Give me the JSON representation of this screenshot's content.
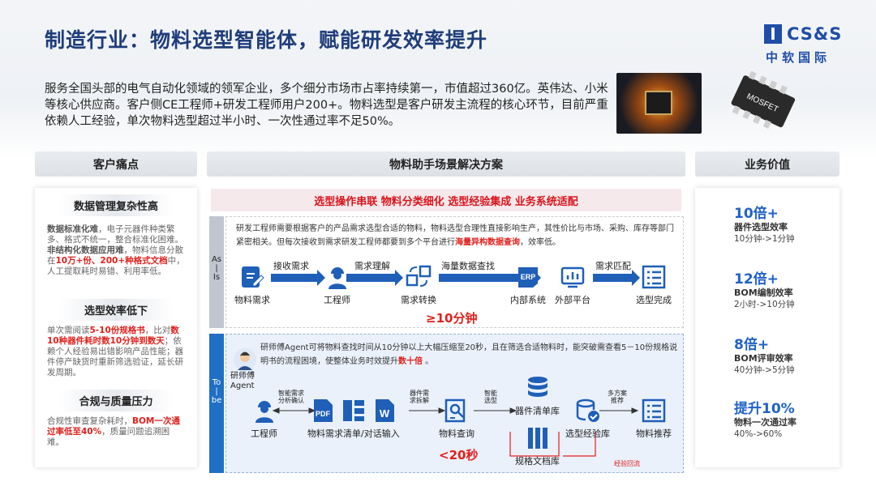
{
  "title": "制造行业：物料选型智能体，赋能研发效率提升",
  "logo": {
    "mark": "I",
    "en": "CS&S",
    "cn": "中软国际"
  },
  "intro": "服务全国头部的电气自动化领域的领军企业，多个细分市场市占率持续第一，市值超过360亿。英伟达、小米等核心供应商。客户侧CE工程师+研发工程师用户200+。物料选型是客户研发主流程的核心环节，目前严重依赖人工经验，单次物料选型超过半小时、一次性通过率不足50%。",
  "images": {
    "mosfet_label": "MOSFET"
  },
  "headers": {
    "pain": "客户痛点",
    "solution": "物料助手场景解决方案",
    "value": "业务价值"
  },
  "pains": [
    {
      "title": "数据管理复杂性高",
      "p1_bold": "数据标准化难",
      "p1_text": "，电子元器件种类繁多、格式不统一，整合标准化困难。",
      "p2_bold": "非结构化数据应用难",
      "p2_text_a": "，物料信息分散在",
      "p2_red": "10万+份、200+种格式文档",
      "p2_text_b": "中，人工提取耗时易错、利用率低。"
    },
    {
      "title": "选型效率低下",
      "text_a": "单次需阅读",
      "red_a": "5-10份规格书",
      "text_b": "，比对",
      "red_b": "数10种器件耗时数10分钟到数天",
      "text_c": "；依赖个人经验易出错影响产品性能；器件停产缺货时重新筛选验证，延长研发周期。"
    },
    {
      "title": "合规与质量压力",
      "text_a": "合规性审查复杂耗时，",
      "red": "BOM一次通过率低至40%",
      "text_b": "，质量问题追溯困难。"
    }
  ],
  "solution": {
    "banner": "选型操作串联 物料分类细化 选型经验集成 业务系统适配",
    "asis": {
      "tag": "As\n|\nIs",
      "desc_a": "研发工程师需要根据客户的产品需求选型合适的物料，物料选型合理性直接影响生产，其性价比与市场、采购、库存等部门紧密相关。但每次接收到需求研发工程师都要到多个平台进行",
      "desc_red": "海量异构数据查询",
      "desc_b": "，效率低。",
      "nodes": [
        "物料需求",
        "工程师",
        "需求转换",
        "内部系统",
        "外部平台",
        "选型完成"
      ],
      "arrows": [
        "接收需求",
        "需求理解",
        "海量数据查找",
        "需求匹配"
      ],
      "erp": "ERP",
      "time": "≥10分钟"
    },
    "tobe": {
      "tag": "To\n|\nbe",
      "agent_label": "研师傅\nAgent",
      "desc_a": "研师傅Agent可将物料查找时间从10分钟以上大幅压缩至20秒，且在筛选合适物料时，能突破需查看5－10份规格说明书的流程困境，使整体业务时效提升",
      "desc_red": "数十倍",
      "desc_b": " 。",
      "nodes": [
        "工程师",
        "物料需求清单/对话输入",
        "物料查询",
        "器件清单库",
        "规格文档库",
        "选型经验库",
        "物料推荐"
      ],
      "small_arrows": [
        "智能需求\n分析确认",
        "器件需\n求拆解",
        "智能\n选型",
        "多方案\n推荐"
      ],
      "pdf": "PDF",
      "word": "W",
      "feedback": "经验回流",
      "time": "<20秒"
    }
  },
  "values": [
    {
      "big": "10倍+",
      "title": "器件选型效率",
      "sub": "10分钟->1分钟"
    },
    {
      "big": "12倍+",
      "title": "BOM编制效率",
      "sub": "2小时->10分钟"
    },
    {
      "big": "8倍+",
      "title": "BOM评审效率",
      "sub": "40分钟->5分钟"
    },
    {
      "big": "提升10%",
      "title": "物料一次通过率",
      "sub": "40%->60%"
    }
  ],
  "colors": {
    "primary": "#1f3d7a",
    "accent_blue": "#1f62c8",
    "accent_red": "#e0201c",
    "icon_blue": "#1f5fb8"
  }
}
